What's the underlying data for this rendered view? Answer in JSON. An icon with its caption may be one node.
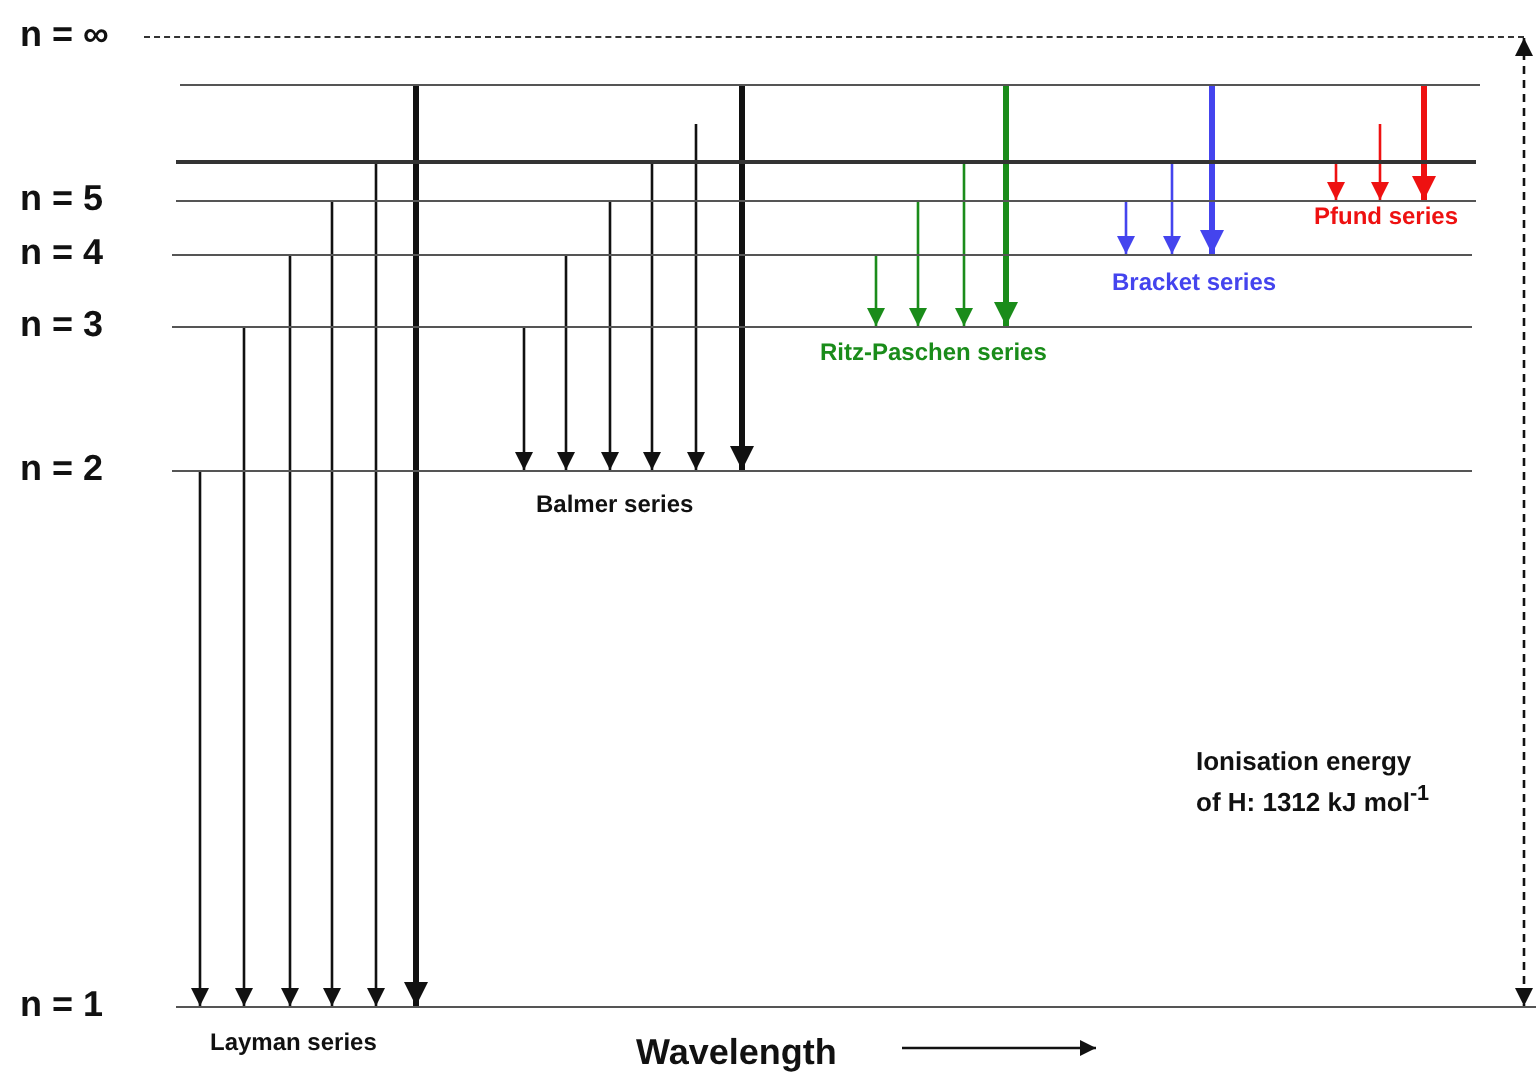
{
  "diagram": {
    "nodes": [
      {
        "text": [
          "n = ∞"
        ]
      },
      {
        "text": [],
        "shape": "bar"
      },
      {
        "text": [],
        "shape": "bar"
      },
      {
        "text": [
          "n = 5"
        ]
      },
      {
        "text": [
          "n = 4"
        ]
      },
      {
        "text": [
          "n = 3"
        ]
      },
      {
        "text": [
          "n = 2"
        ]
      },
      {
        "text": [
          "n = 1"
        ]
      }
    ],
    "edges": [
      {
        "from": 6,
        "to": 7,
        "arrow": "to"
      },
      {
        "from": 5,
        "to": 7,
        "arrow": "to"
      },
      {
        "from": 4,
        "to": 7,
        "arrow": "to"
      },
      {
        "from": 3,
        "to": 7,
        "arrow": "to"
      },
      {
        "from": 2,
        "to": 7,
        "arrow": "to"
      },
      {
        "from": 1,
        "to": 7,
        "arrow": "to",
        "style": "thick"
      },
      {
        "from": 5,
        "to": 6,
        "arrow": "to"
      },
      {
        "from": 4,
        "to": 6,
        "arrow": "to"
      },
      {
        "from": 3,
        "to": 6,
        "arrow": "to"
      },
      {
        "from": 2,
        "to": 6,
        "arrow": "to"
      },
      {
        "from": null,
        "to": 6,
        "arrow": "to"
      },
      {
        "from": 1,
        "to": 6,
        "arrow": "to",
        "style": "thick"
      },
      {
        "from": 4,
        "to": 5,
        "arrow": "to",
        "color": "#1a8c1a"
      },
      {
        "from": 3,
        "to": 5,
        "arrow": "to",
        "color": "#1a8c1a"
      },
      {
        "from": 2,
        "to": 5,
        "arrow": "to",
        "color": "#1a8c1a"
      },
      {
        "from": 1,
        "to": 5,
        "arrow": "to",
        "style": "thick",
        "color": "#1a8c1a"
      },
      {
        "from": 3,
        "to": 4,
        "arrow": "to",
        "color": "#4444ee"
      },
      {
        "from": 2,
        "to": 4,
        "arrow": "to",
        "color": "#4444ee"
      },
      {
        "from": 1,
        "to": 4,
        "arrow": "to",
        "style": "thick",
        "color": "#4444ee"
      },
      {
        "from": 2,
        "to": 3,
        "arrow": "to",
        "color": "#ee1111"
      },
      {
        "from": null,
        "to": 3,
        "arrow": "to",
        "color": "#ee1111"
      },
      {
        "from": 1,
        "to": 3,
        "arrow": "to",
        "style": "thick",
        "color": "#ee1111"
      },
      {
        "from": 0,
        "to": 7,
        "arrow": "both",
        "style": "dashed"
      }
    ],
    "labels": [
      "Pfund series",
      "Bracket series",
      "Ritz-Paschen series",
      "Balmer series",
      "Ionisation energy of H: 1312 kJ mol$^{-1}$",
      "Layman series",
      "Wavelength"
    ]
  }
}
